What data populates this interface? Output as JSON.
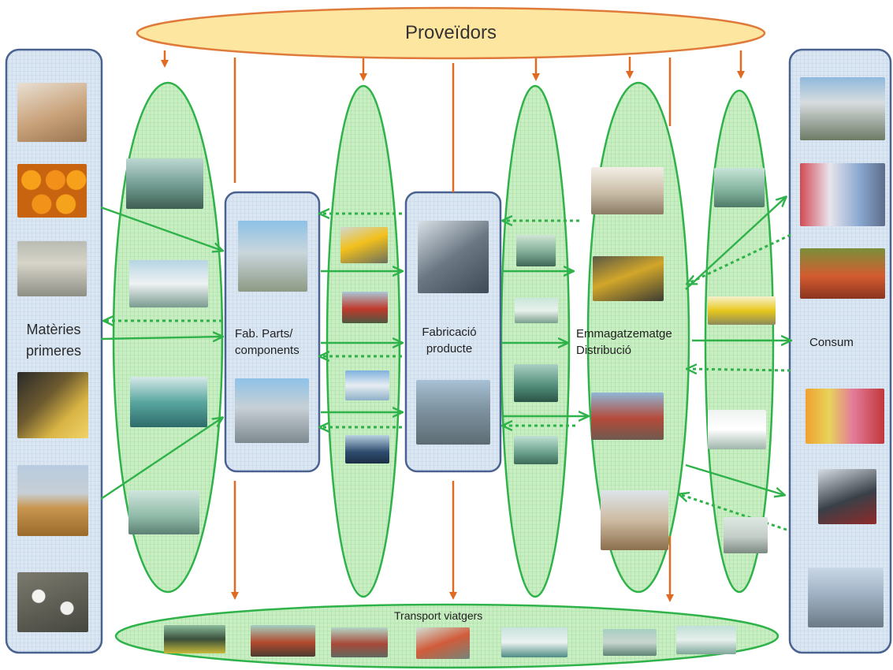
{
  "title": "Proveïdors",
  "nodes": {
    "materies": "Matèries\nprimeres",
    "fab_parts": "Fab. Parts/\ncomponents",
    "fabricacio": "Fabricació\nproducte",
    "emmagatzematge": "Emmagatzematge\nDistribució",
    "consum": "Consum",
    "transport_viatgers": "Transport viatgers"
  },
  "colors": {
    "provider_fill": "#fde6a0",
    "provider_stroke": "#e07a3a",
    "ellipse_fill": "#c9eec3",
    "ellipse_stroke": "#2fb24a",
    "box_fill": "#dbe6f3",
    "box_stroke": "#4a6290",
    "arrow_orange": "#e06a22",
    "arrow_green": "#2fb24a"
  },
  "images": {
    "materies": [
      "sand-pile-photo",
      "oranges-photo",
      "sheep-photo",
      "oil-barrels-photo",
      "wheat-field-photo",
      "cotton-photo"
    ],
    "transport_1": [
      "train-cars-photo",
      "truck-photo",
      "cargo-ship-photo",
      "cargo-plane-photo"
    ],
    "fab_parts": [
      "cement-factory-photo",
      "silos-factory-photo"
    ],
    "transport_2": [
      "yellow-truck-photo",
      "red-locomotive-photo",
      "airplane-photo",
      "container-ship-photo"
    ],
    "fabricacio": [
      "factory-roof-photo",
      "industrial-park-photo"
    ],
    "transport_3": [
      "rail-wagons-photo",
      "truck-trailer-photo",
      "ship-crane-photo",
      "container-trailer-photo"
    ],
    "emmagatzematge": [
      "warehouse-interior-photo",
      "forklift-photo",
      "logistics-yard-photo",
      "warehouse-exterior-photo"
    ],
    "transport_4": [
      "green-van-photo",
      "yellow-van-photo",
      "white-van-photo",
      "small-van-photo"
    ],
    "consum": [
      "apartment-building-photo",
      "supermarket-photo",
      "produce-market-photo",
      "shopping-bags-photo",
      "online-shopping-photo",
      "city-aerial-photo"
    ],
    "viatgers": [
      "taxi-photo",
      "bus-photo",
      "tram-photo",
      "high-speed-train-photo",
      "ferry-photo",
      "metro-photo",
      "passenger-plane-photo"
    ]
  }
}
